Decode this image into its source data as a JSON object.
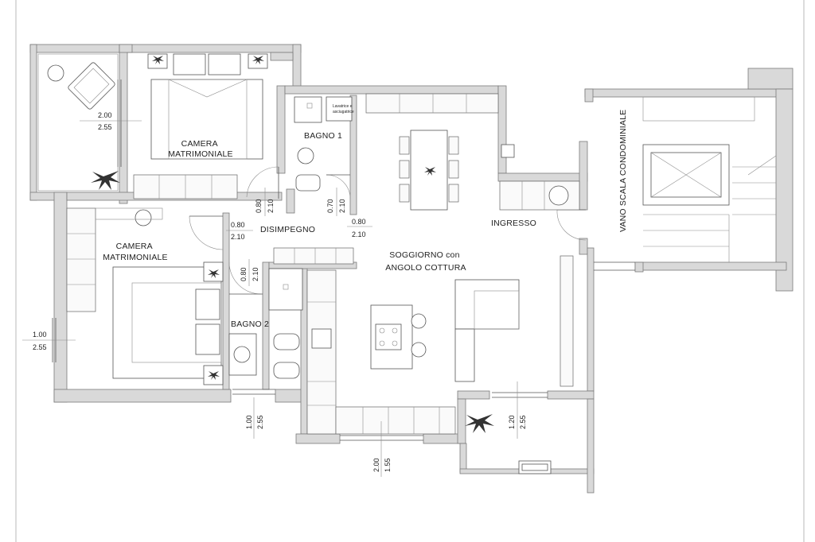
{
  "rooms": {
    "camera_1": [
      "CAMERA",
      "MATRIMONIALE"
    ],
    "camera_2": [
      "CAMERA",
      "MATRIMONIALE"
    ],
    "bagno_1": "BAGNO 1",
    "bagno_2": "BAGNO 2",
    "disimpegno": "DISIMPEGNO",
    "soggiorno": [
      "SOGGIORNO con",
      "ANGOLO COTTURA"
    ],
    "ingresso": "INGRESSO",
    "vano_scala": "VANO SCALA CONDOMINIALE"
  },
  "appliance_label": [
    "Lavatrice e",
    "asciugatrice"
  ],
  "openings": {
    "window_cam1": {
      "w": "2.00",
      "h": "2.55"
    },
    "window_cam2": {
      "w": "1.00",
      "h": "2.55"
    },
    "window_bagno2": {
      "w": "1.00",
      "h": "2.55"
    },
    "window_soggiorno": {
      "w": "2.00",
      "h": "1.55"
    },
    "window_balcone": {
      "w": "1.20",
      "h": "2.55"
    },
    "door_cam1": {
      "w": "0.80",
      "h": "2.10"
    },
    "door_bagno1": {
      "w": "0.70",
      "h": "2.10"
    },
    "door_cam2": {
      "w": "0.80",
      "h": "2.10"
    },
    "door_soggiorno": {
      "w": "0.80",
      "h": "2.10"
    },
    "door_bagno2": {
      "w": "0.80",
      "h": "2.10"
    }
  }
}
